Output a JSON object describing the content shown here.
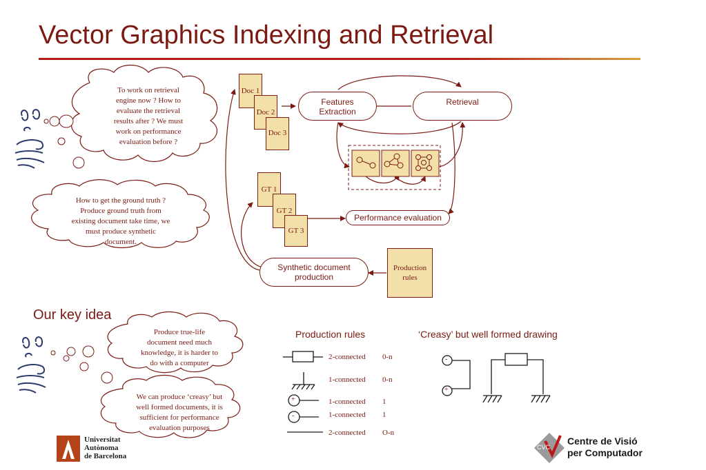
{
  "title": "Vector Graphics Indexing and Retrieval",
  "thoughts": {
    "top": [
      "To work on retrieval",
      "engine now ? How to",
      "evaluate the retrieval",
      "results after ? We must",
      "work on performance",
      "evaluation before ?"
    ],
    "middle": [
      "How to get the ground truth ?",
      "Produce ground truth from",
      "existing document take time, we",
      "must produce synthetic",
      "document."
    ],
    "key1": [
      "Produce true-life",
      "document  need much",
      "knowledge, it is harder to",
      "do with a computer"
    ],
    "key2": [
      "We can produce ‘creasy’ but",
      "well formed documents, it is",
      "sufficient for performance",
      "evaluation purposes"
    ]
  },
  "docs": [
    "Doc 1",
    "Doc 2",
    "Doc 3"
  ],
  "gts": [
    "GT 1",
    "GT 2",
    "GT 3"
  ],
  "features_extraction": [
    "Features",
    "Extraction"
  ],
  "retrieval": "Retrieval",
  "performance_evaluation": "Performance evaluation",
  "synthetic": [
    "Synthetic document",
    "production"
  ],
  "production_rules_box": [
    "Production",
    "rules"
  ],
  "key_idea": "Our key idea",
  "production_rules_title": "Production rules",
  "creasy_title": "‘Creasy’ but well formed drawing",
  "rules": [
    {
      "connection": "2-connected",
      "range": "0-n"
    },
    {
      "connection": "1-connected",
      "range": "0-n"
    },
    {
      "connection": "1-connected",
      "range": "1"
    },
    {
      "connection": "1-connected",
      "range": "1"
    },
    {
      "connection": "2-connected",
      "range": "O-n"
    }
  ],
  "terminal_symbols": {
    "plus": "+",
    "minus": "-"
  },
  "uab_logo": [
    "Universitat",
    "Autònoma",
    "de Barcelona"
  ],
  "cvc_logo": [
    "Centre de Visió",
    "per Computador"
  ],
  "cvc_mark": "CVC",
  "colors": {
    "accent": "#7a1a12",
    "box_fill": "#f3dfa8",
    "title_rule": "#b31a12"
  }
}
